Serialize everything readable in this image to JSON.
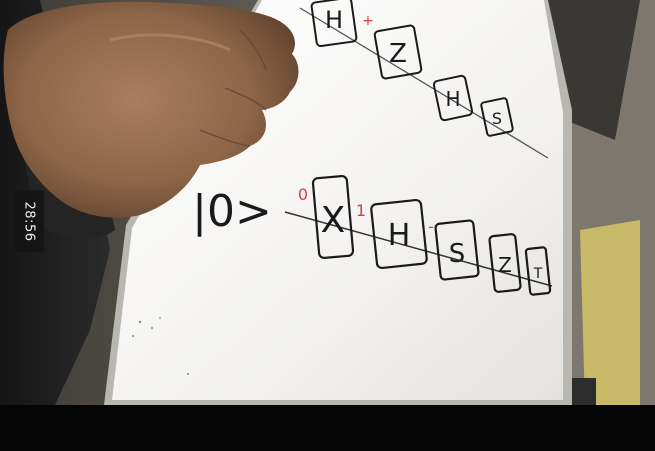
{
  "overlay": {
    "timestamp": "28:56"
  },
  "whiteboard": {
    "top_row": {
      "symbols": [
        "H",
        "Z",
        "H",
        "S"
      ],
      "red_marks": [
        "+"
      ]
    },
    "bottom_row": {
      "state_label": "|0>",
      "red_labels": [
        "0",
        "1",
        "-"
      ],
      "symbols": [
        "X",
        "H",
        "S",
        "Z",
        "T"
      ]
    }
  },
  "colors": {
    "whiteboard": "#f1f0ee",
    "marker_black": "#1a1a1a",
    "marker_red": "#d94040",
    "bottom_bar": "#050505"
  }
}
